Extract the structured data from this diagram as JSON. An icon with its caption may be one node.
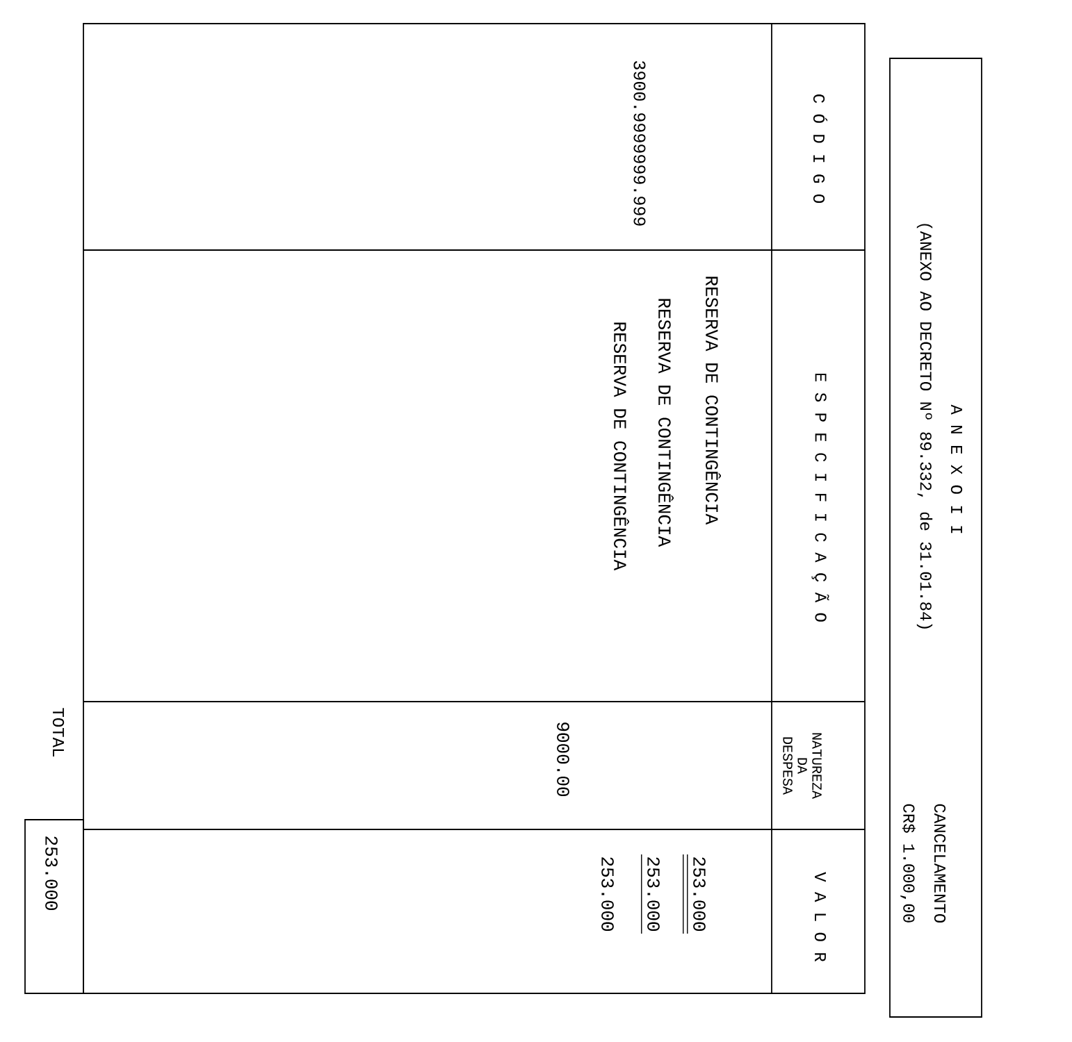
{
  "diagram": {
    "labels": [
      "A N E X O  I I",
      "(ANEXO AO DECRETO Nº 89.332, de 31.01.84)",
      "CANCELAMENTO",
      "CR$ 1.000,00",
      "C Ó D I G O",
      "E S P E C I F I C A Ç Ã O",
      "NATUREZA DA DESPESA",
      "V A L O R",
      "3900.9999999.999",
      "RESERVA DE CONTINGÊNCIA",
      "RESERVA DE CONTINGÊNCIA",
      "RESERVA DE CONTINGÊNCIA",
      "9000.00",
      "253.000",
      "253.000",
      "253.000",
      "TOTAL",
      "253.000"
    ]
  }
}
